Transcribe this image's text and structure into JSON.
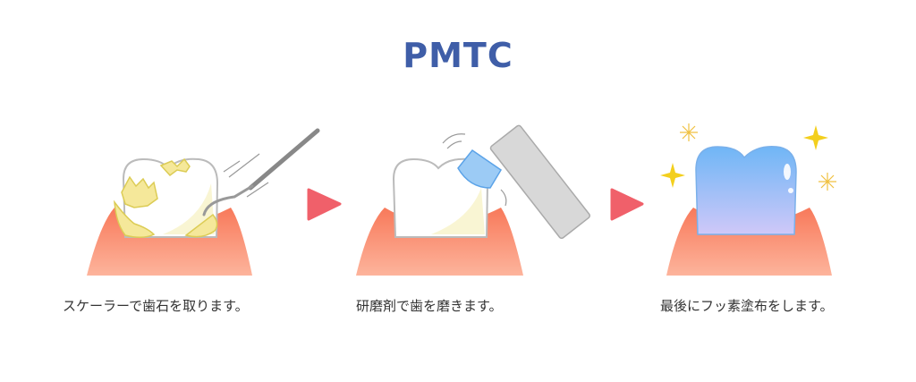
{
  "title": "PMTC",
  "steps": [
    {
      "caption": "スケーラーで歯石を取ります。",
      "icon": "scaler-tooth-illustration"
    },
    {
      "caption": "研磨剤で歯を磨きます。",
      "icon": "polishing-tooth-illustration"
    },
    {
      "caption": "最後にフッ素塗布をします。",
      "icon": "fluoride-tooth-illustration"
    }
  ],
  "colors": {
    "title": "#3f5ea8",
    "arrow": "#f0606a",
    "gum_top": "#f8795a",
    "gum_bottom": "#fdb49c",
    "tartar": "#f5e89a",
    "fluoride_top": "#7ab8f5",
    "fluoride_bottom": "#c9c6f7"
  }
}
